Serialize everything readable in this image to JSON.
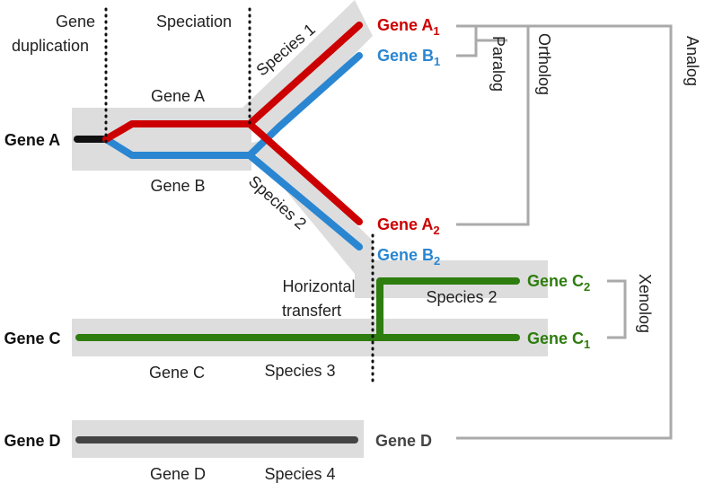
{
  "colors": {
    "gene_a": "#cc0000",
    "gene_b": "#2a86d1",
    "gene_c": "#2e7d0f",
    "gene_d": "#444444",
    "ancestor": "#111111",
    "species_band": "#dddddd",
    "bracket": "#aaaaaa"
  },
  "events": {
    "duplication": [
      "Gene",
      "duplication"
    ],
    "speciation": "Speciation",
    "horizontal": [
      "Horizontal",
      "transfert"
    ]
  },
  "left_labels": {
    "gene_a": "Gene A",
    "gene_c": "Gene C",
    "gene_d": "Gene D"
  },
  "branch_labels": {
    "gene_a": "Gene A",
    "gene_b": "Gene B",
    "gene_c": "Gene C",
    "gene_d": "Gene D"
  },
  "species": {
    "s1": "Species 1",
    "s2": "Species 2",
    "s3": "Species 3",
    "s4": "Species 4"
  },
  "tips": {
    "a1": {
      "name": "Gene A",
      "sub": "1"
    },
    "b1": {
      "name": "Gene B",
      "sub": "1"
    },
    "a2": {
      "name": "Gene A",
      "sub": "2"
    },
    "b2": {
      "name": "Gene B",
      "sub": "2"
    },
    "c2": {
      "name": "Gene C",
      "sub": "2"
    },
    "c1": {
      "name": "Gene C",
      "sub": "1"
    },
    "d": {
      "name": "Gene D"
    }
  },
  "relations": {
    "paralog": "Paralog",
    "ortholog": "Ortholog",
    "analog": "Analog",
    "xenolog": "Xenolog"
  }
}
